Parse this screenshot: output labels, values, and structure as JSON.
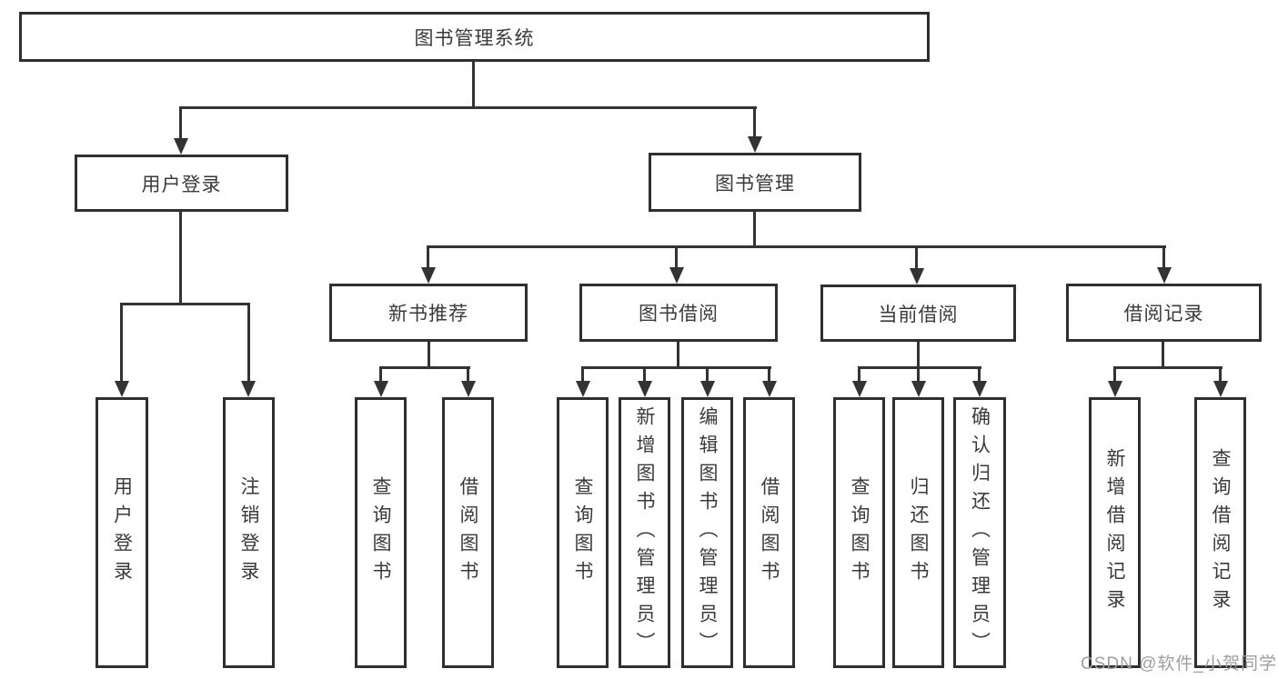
{
  "diagram": {
    "title": "图书管理系统",
    "branches": {
      "user": {
        "label": "用户登录",
        "children": [
          "用户登录",
          "注销登录"
        ]
      },
      "book": {
        "label": "图书管理",
        "sections": [
          {
            "label": "新书推荐",
            "children": [
              "查询图书",
              "借阅图书"
            ]
          },
          {
            "label": "图书借阅",
            "children": [
              "查询图书",
              "新增图书（管理员）",
              "编辑图书（管理员）",
              "借阅图书"
            ]
          },
          {
            "label": "当前借阅",
            "children": [
              "查询图书",
              "归还图书",
              "确认归还（管理员）"
            ]
          },
          {
            "label": "借阅记录",
            "children": [
              "新增借阅记录",
              "查询借阅记录"
            ]
          }
        ]
      }
    }
  },
  "watermark": "CSDN @软件_小贺同学",
  "colors": {
    "line": "#333333",
    "border": "#2f2f2f",
    "text": "#3a3a3a",
    "watermark": "#9e9e9e",
    "background": "#ffffff"
  }
}
